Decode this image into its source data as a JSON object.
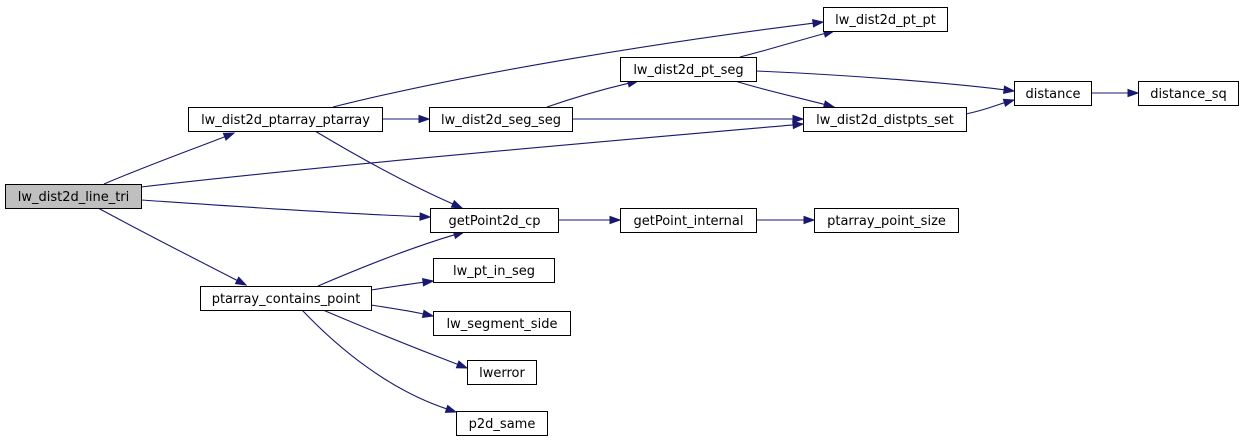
{
  "graph": {
    "nodes": [
      {
        "id": "lw_dist2d_line_tri",
        "label": "lw_dist2d_line_tri",
        "root": true
      },
      {
        "id": "lw_dist2d_ptarray_ptarray",
        "label": "lw_dist2d_ptarray_ptarray"
      },
      {
        "id": "lw_dist2d_seg_seg",
        "label": "lw_dist2d_seg_seg"
      },
      {
        "id": "lw_dist2d_pt_seg",
        "label": "lw_dist2d_pt_seg"
      },
      {
        "id": "lw_dist2d_pt_pt",
        "label": "lw_dist2d_pt_pt"
      },
      {
        "id": "lw_dist2d_distpts_set",
        "label": "lw_dist2d_distpts_set"
      },
      {
        "id": "distance",
        "label": "distance"
      },
      {
        "id": "distance_sq",
        "label": "distance_sq"
      },
      {
        "id": "getPoint2d_cp",
        "label": "getPoint2d_cp"
      },
      {
        "id": "getPoint_internal",
        "label": "getPoint_internal"
      },
      {
        "id": "ptarray_point_size",
        "label": "ptarray_point_size"
      },
      {
        "id": "ptarray_contains_point",
        "label": "ptarray_contains_point"
      },
      {
        "id": "lw_pt_in_seg",
        "label": "lw_pt_in_seg"
      },
      {
        "id": "lw_segment_side",
        "label": "lw_segment_side"
      },
      {
        "id": "lwerror",
        "label": "lwerror"
      },
      {
        "id": "p2d_same",
        "label": "p2d_same"
      }
    ],
    "edges": [
      [
        "lw_dist2d_line_tri",
        "lw_dist2d_ptarray_ptarray"
      ],
      [
        "lw_dist2d_line_tri",
        "lw_dist2d_distpts_set"
      ],
      [
        "lw_dist2d_line_tri",
        "getPoint2d_cp"
      ],
      [
        "lw_dist2d_line_tri",
        "ptarray_contains_point"
      ],
      [
        "lw_dist2d_ptarray_ptarray",
        "lw_dist2d_pt_pt"
      ],
      [
        "lw_dist2d_ptarray_ptarray",
        "lw_dist2d_seg_seg"
      ],
      [
        "lw_dist2d_ptarray_ptarray",
        "getPoint2d_cp"
      ],
      [
        "lw_dist2d_seg_seg",
        "lw_dist2d_pt_seg"
      ],
      [
        "lw_dist2d_seg_seg",
        "lw_dist2d_distpts_set"
      ],
      [
        "lw_dist2d_pt_seg",
        "lw_dist2d_pt_pt"
      ],
      [
        "lw_dist2d_pt_seg",
        "distance"
      ],
      [
        "lw_dist2d_pt_seg",
        "lw_dist2d_distpts_set"
      ],
      [
        "lw_dist2d_distpts_set",
        "distance"
      ],
      [
        "distance",
        "distance_sq"
      ],
      [
        "getPoint2d_cp",
        "getPoint_internal"
      ],
      [
        "getPoint_internal",
        "ptarray_point_size"
      ],
      [
        "ptarray_contains_point",
        "getPoint2d_cp"
      ],
      [
        "ptarray_contains_point",
        "lw_pt_in_seg"
      ],
      [
        "ptarray_contains_point",
        "lw_segment_side"
      ],
      [
        "ptarray_contains_point",
        "lwerror"
      ],
      [
        "ptarray_contains_point",
        "p2d_same"
      ]
    ],
    "colors": {
      "edge": "#191970",
      "root_fill": "#bfbfbf",
      "node_fill": "#ffffff",
      "node_border": "#000000"
    }
  }
}
